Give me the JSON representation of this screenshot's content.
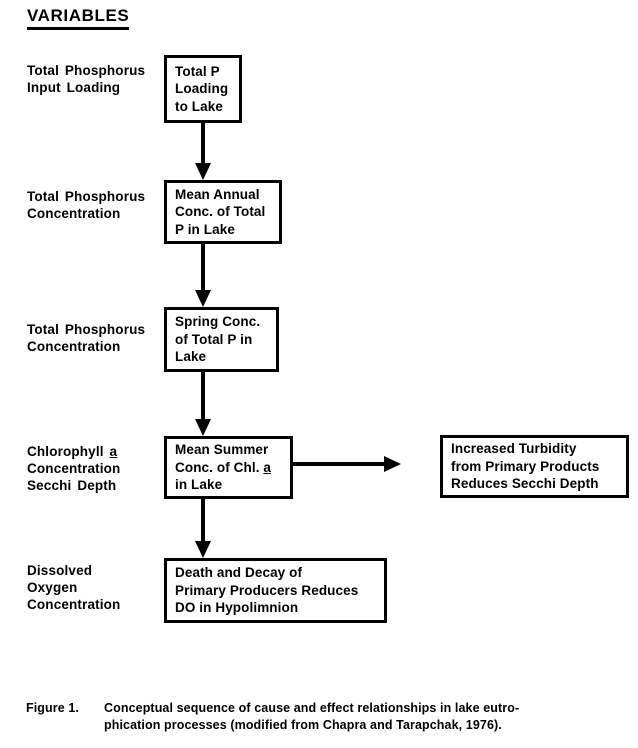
{
  "heading": "VARIABLES",
  "variable_labels": [
    {
      "id": "total-phosphorus-input-loading",
      "text": "Total Phosphorus\nInput Loading"
    },
    {
      "id": "total-phosphorus-concentration-annual",
      "text": "Total Phosphorus\nConcentration"
    },
    {
      "id": "total-phosphorus-concentration-spring",
      "text": "Total Phosphorus\nConcentration"
    },
    {
      "id": "chlorophyll-a-concentration-secchi-depth",
      "text": "Chlorophyll a\nConcentration\nSecchi Depth"
    },
    {
      "id": "dissolved-oxygen-concentration",
      "text": "Dissolved\nOxygen\nConcentration"
    }
  ],
  "boxes": [
    {
      "id": "total-p-loading-to-lake",
      "text": "Total P\nLoading\nto Lake"
    },
    {
      "id": "mean-annual-conc-total-p-in-lake",
      "text": "Mean Annual\nConc. of Total\nP in Lake"
    },
    {
      "id": "spring-conc-total-p-in-lake",
      "text": "Spring Conc.\nof Total P in\nLake"
    },
    {
      "id": "mean-summer-conc-chl-a-in-lake",
      "text": "Mean Summer\nConc. of Chl. a\nin Lake"
    },
    {
      "id": "increased-turbidity-reduces-secchi-depth",
      "text": "Increased Turbidity\nfrom Primary Products\nReduces Secchi Depth"
    },
    {
      "id": "death-decay-primary-producers-reduces-do",
      "text": "Death and Decay of\nPrimary Producers Reduces\nDO in Hypolimnion"
    }
  ],
  "caption": {
    "figure_label": "Figure 1.",
    "line1": "Conceptual sequence of cause and effect relationships in lake eutro-",
    "line2": "phication processes (modified from Chapra and Tarapchak, 1976)."
  },
  "chart_data": {
    "type": "diagram",
    "diagram_kind": "flowchart",
    "title": "Conceptual sequence of cause and effect relationships in lake eutrophication processes",
    "nodes": [
      {
        "id": "n1",
        "label": "Total P Loading to Lake",
        "variable": "Total Phosphorus Input Loading"
      },
      {
        "id": "n2",
        "label": "Mean Annual Conc. of Total P in Lake",
        "variable": "Total Phosphorus Concentration"
      },
      {
        "id": "n3",
        "label": "Spring Conc. of Total P in Lake",
        "variable": "Total Phosphorus Concentration"
      },
      {
        "id": "n4",
        "label": "Mean Summer Conc. of Chl. a in Lake",
        "variable": "Chlorophyll a Concentration / Secchi Depth"
      },
      {
        "id": "n5",
        "label": "Increased Turbidity from Primary Products Reduces Secchi Depth",
        "variable": "Chlorophyll a Concentration / Secchi Depth"
      },
      {
        "id": "n6",
        "label": "Death and Decay of Primary Producers Reduces DO in Hypolimnion",
        "variable": "Dissolved Oxygen Concentration"
      }
    ],
    "edges": [
      {
        "from": "n1",
        "to": "n2",
        "direction": "down"
      },
      {
        "from": "n2",
        "to": "n3",
        "direction": "down"
      },
      {
        "from": "n3",
        "to": "n4",
        "direction": "down"
      },
      {
        "from": "n4",
        "to": "n5",
        "direction": "right"
      },
      {
        "from": "n4",
        "to": "n6",
        "direction": "down"
      }
    ]
  }
}
